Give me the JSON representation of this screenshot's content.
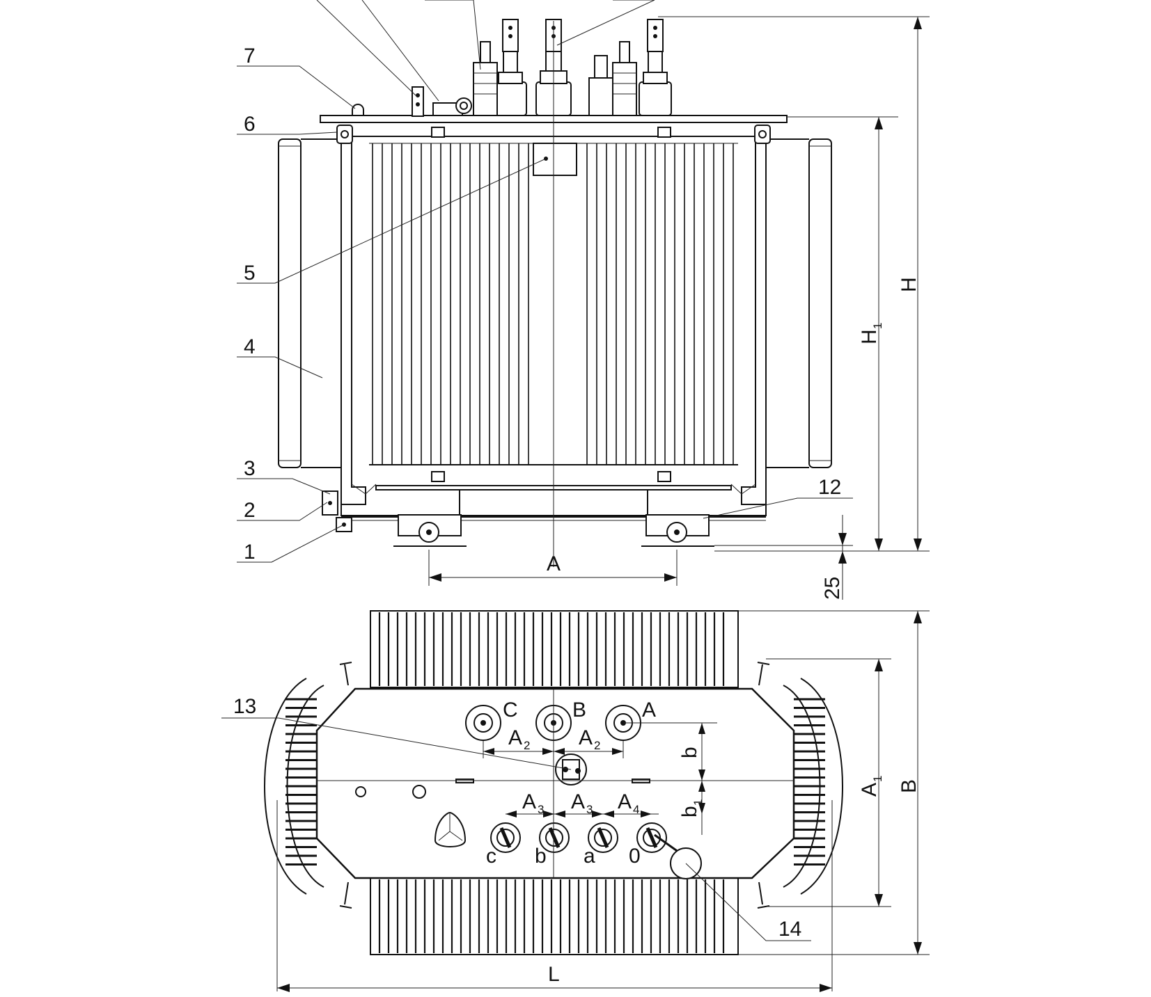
{
  "colors": {
    "line": "#111111",
    "background": "#ffffff"
  },
  "callouts": {
    "n1": "1",
    "n2": "2",
    "n3": "3",
    "n4": "4",
    "n5": "5",
    "n6": "6",
    "n7": "7",
    "n12": "12",
    "n13": "13",
    "n14": "14"
  },
  "dimensions": {
    "H": "H",
    "H1_main": "H",
    "H1_sub": "1",
    "A": "A",
    "d25": "25",
    "B": "B",
    "A1_main": "A",
    "A1_sub": "1",
    "L": "L",
    "A2_main": "A",
    "A2_sub": "2",
    "A3_main": "A",
    "A3_sub": "3",
    "A4_main": "A",
    "A4_sub": "4",
    "b": "b",
    "b1_main": "b",
    "b1_sub": "1"
  },
  "terminals": {
    "hv": [
      "C",
      "B",
      "A"
    ],
    "lv": [
      "c",
      "b",
      "a",
      "0"
    ]
  }
}
